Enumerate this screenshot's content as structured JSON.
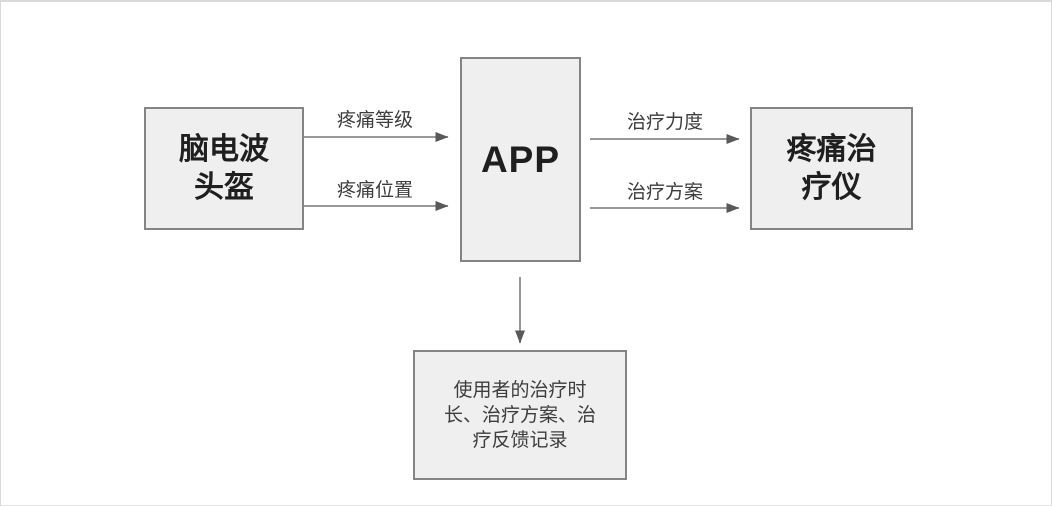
{
  "colors": {
    "page_bg": "#ffffff",
    "page_edge": "#d9d9d9",
    "box_fill": "#efefef",
    "box_border": "#848484",
    "box_text": "#1f1f1f",
    "label_text": "#3d3d3d",
    "arrow_line": "#8a8a8a",
    "arrow_head": "#595959"
  },
  "nodes": {
    "helmet": {
      "label": "脑电波头盔",
      "lines": [
        "脑电波",
        "头盔"
      ]
    },
    "app": {
      "label": "APP"
    },
    "device": {
      "label": "疼痛治疗仪",
      "lines": [
        "疼痛治",
        "疗仪"
      ]
    },
    "record": {
      "label": "使用者的治疗时长、治疗方案、治疗反馈记录",
      "lines": [
        "使用者的治疗时",
        "长、治疗方案、治",
        "疗反馈记录"
      ]
    }
  },
  "edges": [
    {
      "from": "脑电波头盔",
      "to": "APP",
      "label": "疼痛等级"
    },
    {
      "from": "脑电波头盔",
      "to": "APP",
      "label": "疼痛位置"
    },
    {
      "from": "APP",
      "to": "疼痛治疗仪",
      "label": "治疗力度"
    },
    {
      "from": "APP",
      "to": "疼痛治疗仪",
      "label": "治疗方案"
    },
    {
      "from": "APP",
      "to": "使用者的治疗时长、治疗方案、治疗反馈记录",
      "label": ""
    }
  ]
}
